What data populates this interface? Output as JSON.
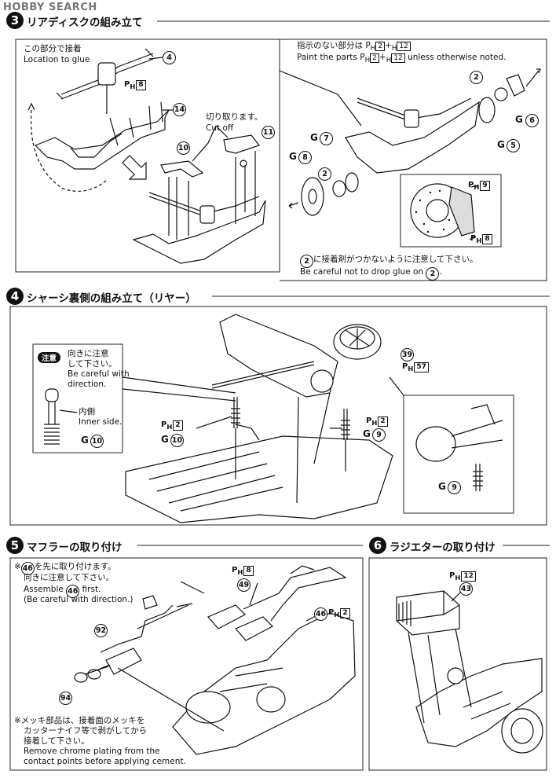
{
  "watermark": "HOBBY SEARCH",
  "step3": {
    "number": "3",
    "title": "リアディスクの組み立て",
    "glue_jp": "この部分で接着",
    "glue_en": "Location to glue",
    "cutoff_jp": "切り取ります。",
    "cutoff_en": "Cut off",
    "paint_jp": "指示のない部分は",
    "paint_jp_parts": "H 2 + H 12",
    "paint_en": "Paint the parts",
    "paint_en_tail": "unless otherwise noted.",
    "glue_warn_jp": "に接着剤がつかないように注意して下さい。",
    "glue_warn_en": "Be careful not to drop glue on",
    "parts": {
      "p4": "4",
      "p8": "8",
      "p14": "14",
      "p10": "10",
      "p11": "11",
      "p2a": "2",
      "p6": "6",
      "p5": "5",
      "p7": "7",
      "p8b": "8",
      "p2b": "2",
      "p9": "9",
      "p8c": "8",
      "p2c": "2",
      "p2d": "2"
    },
    "labels": {
      "g6": "G",
      "g5": "G",
      "g7": "G",
      "g8": "G",
      "ph8": "8",
      "ph9": "9",
      "ph8b": "8"
    }
  },
  "step4": {
    "number": "4",
    "title": "シャーシ裏側の組み立て（リヤー）",
    "caution_tag": "注意",
    "caution_jp1": "向きに注意",
    "caution_jp2": "して下さい。",
    "caution_en1": "Be careful with",
    "caution_en2": "direction.",
    "inner_jp": "内側",
    "inner_en": "Inner side.",
    "parts": {
      "p10a": "10",
      "p10b": "10",
      "p9a": "9",
      "p9b": "9",
      "p39": "39"
    },
    "ph": {
      "ph2a": "2",
      "ph2b": "2",
      "ph57": "57"
    }
  },
  "step5": {
    "number": "5",
    "title": "マフラーの取り付け",
    "note_mark": "※",
    "note_jp1": "を先に取り付けます。",
    "note_jp2": "向きに注意して下さい。",
    "note_en1": "Assemble",
    "note_en1b": "first.",
    "note_en2": "(Be careful with direction.)",
    "chrome_jp1": "※メッキ部品は、接着面のメッキを",
    "chrome_jp2": "カッターナイフ等で剥がしてから",
    "chrome_jp3": "接着して下さい。",
    "chrome_en1": "Remove chrome plating from the",
    "chrome_en2": "contact points before applying cement.",
    "parts": {
      "p46a": "46",
      "p46b": "46",
      "p49": "49",
      "p92": "92",
      "p94": "94"
    },
    "ph": {
      "ph8": "8",
      "ph2": "2"
    }
  },
  "step6": {
    "number": "6",
    "title": "ラジエターの取り付け",
    "parts": {
      "p43": "43"
    },
    "ph": {
      "ph12": "12"
    }
  }
}
